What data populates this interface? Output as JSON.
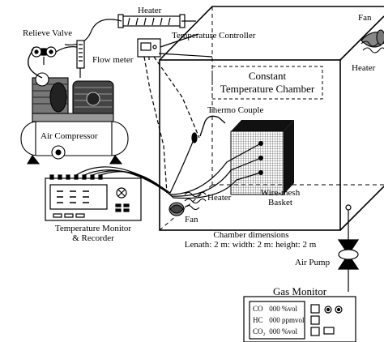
{
  "labels": {
    "heater_top": "Heater",
    "fan_top_right": "Fan",
    "relieve_valve": "Relieve Valve",
    "temperature_controller": "Temperature Controller",
    "heater_right": "Heater",
    "flow_meter": "Flow meter",
    "chamber_title_line1": "Constant",
    "chamber_title_line2": "Temperature Chamber",
    "air_compressor": "Air Compressor",
    "thermo_couple": "Thermo Couple",
    "wire_mesh_line1": "Wire-mesh",
    "wire_mesh_line2": "Basket",
    "heater_bottom": "Heater",
    "fan_bottom": "Fan",
    "temp_monitor_line1": "Temperature Monitor",
    "temp_monitor_line2": "& Recorder",
    "chamber_dims_line1": "Chamber dimensions",
    "chamber_dims_line2": "Lenath: 2 m: width: 2 m: height: 2 m",
    "air_pump": "Air Pump",
    "gas_monitor": "Gas Monitor"
  },
  "gas_readings": [
    {
      "gas": "CO",
      "value": "000 %vol"
    },
    {
      "gas": "HC",
      "value": "000 ppmvol"
    },
    {
      "gas": "CO₂",
      "value": "000 %vol"
    }
  ]
}
